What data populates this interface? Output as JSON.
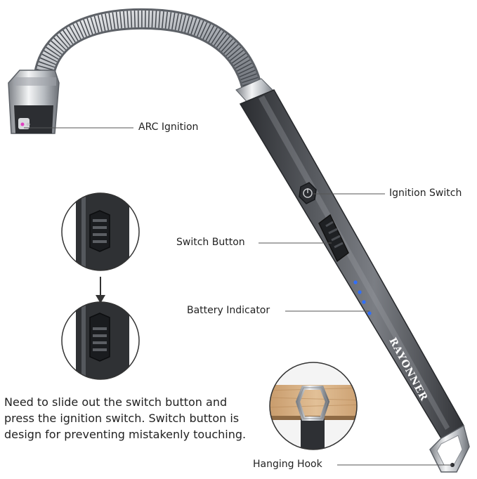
{
  "labels": {
    "arc_ignition": "ARC Ignition",
    "ignition_switch": "Ignition Switch",
    "switch_button": "Switch Button",
    "battery_indicator": "Battery Indicator",
    "hanging_hook": "Hanging Hook"
  },
  "brand": "RAYONNER",
  "caption": {
    "line1": "Need to slide out the switch button and",
    "line2": "press the ignition switch. Switch button is",
    "line3": "design for preventing mistakenly touching."
  },
  "colors": {
    "body_dark": "#3a3c40",
    "body_mid": "#6b6e73",
    "metal": "#c9ccd0",
    "led_blue": "#2f6fff",
    "wood": "#d9b487",
    "callout_line": "#555555"
  }
}
